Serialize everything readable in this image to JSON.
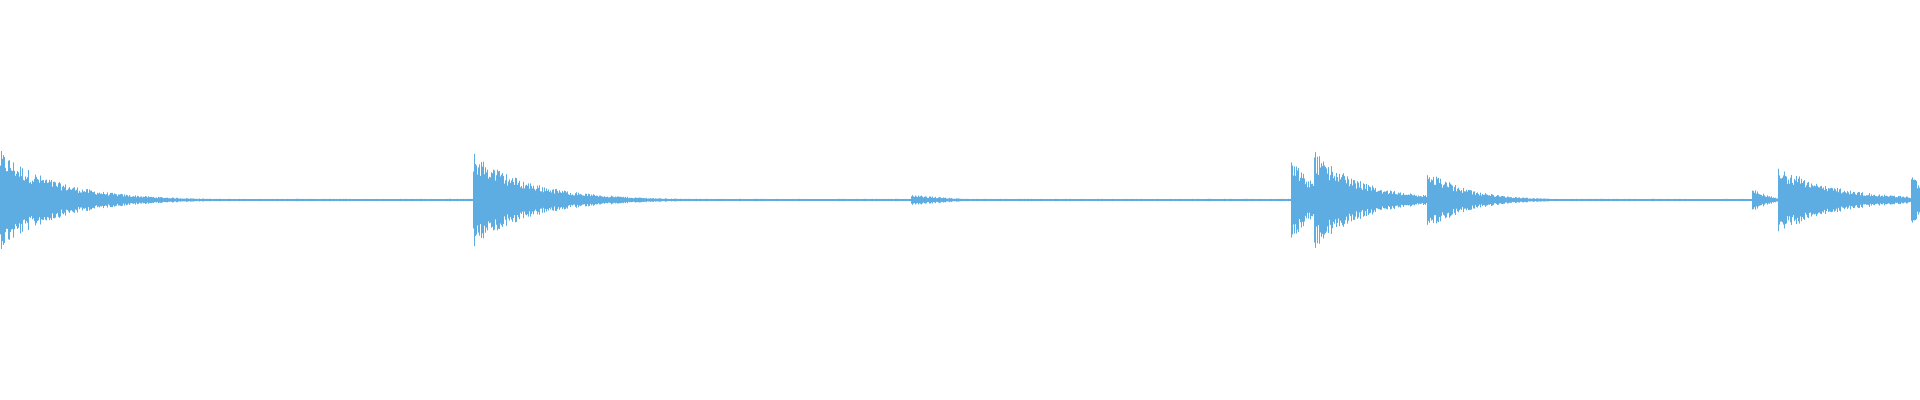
{
  "chart_data": {
    "type": "waveform",
    "title": "",
    "xlabel": "",
    "ylabel": "",
    "ylim": [
      -1,
      1
    ],
    "grid": false,
    "color": "#5dade2",
    "background": "#ffffff",
    "noise_floor": 0.004,
    "events": [
      {
        "onset": 0.0,
        "peak": 0.25,
        "decay": 0.03
      },
      {
        "onset": 0.246,
        "peak": 0.24,
        "decay": 0.03
      },
      {
        "onset": 0.474,
        "peak": 0.03,
        "decay": 0.02
      },
      {
        "onset": 0.672,
        "peak": 0.23,
        "decay": 0.012
      },
      {
        "onset": 0.684,
        "peak": 0.25,
        "decay": 0.025
      },
      {
        "onset": 0.743,
        "peak": 0.16,
        "decay": 0.02
      },
      {
        "onset": 0.912,
        "peak": 0.07,
        "decay": 0.008
      },
      {
        "onset": 0.926,
        "peak": 0.17,
        "decay": 0.03
      },
      {
        "onset": 0.995,
        "peak": 0.14,
        "decay": 0.01
      }
    ]
  }
}
